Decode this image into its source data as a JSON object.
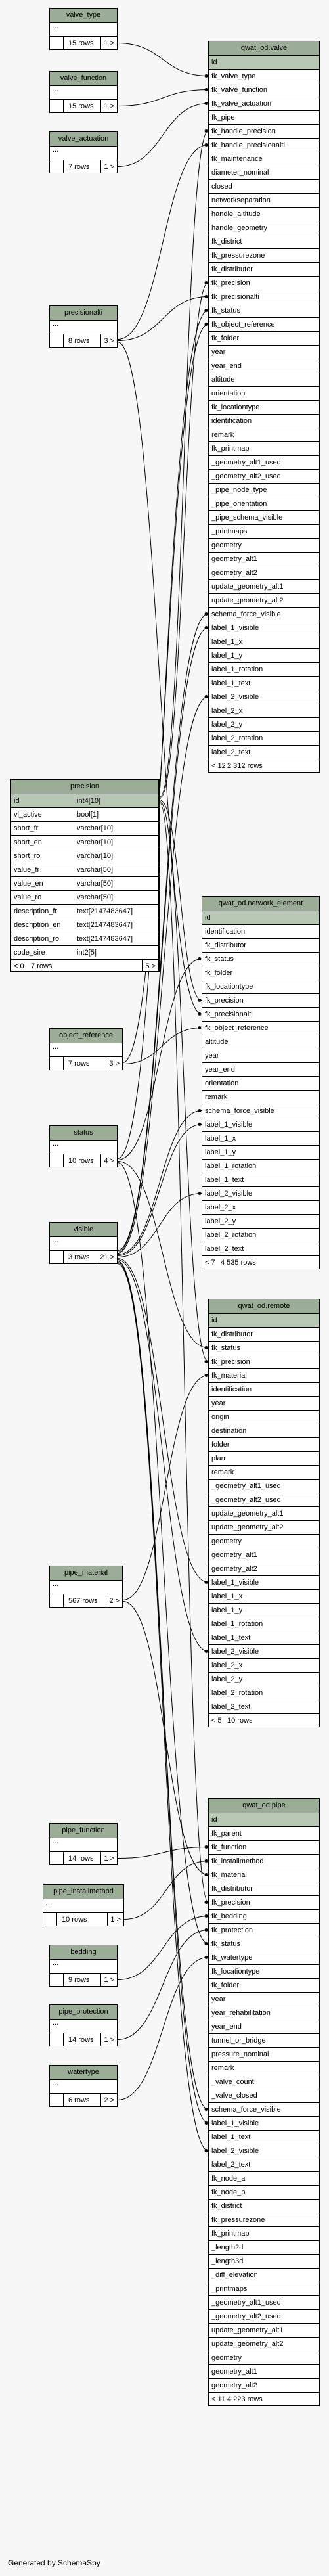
{
  "footer_text": "Generated by SchemaSpy",
  "tables": [
    {
      "id": "valve_type",
      "title": "valve_type",
      "cols": [],
      "foot": {
        "rows": "15 rows",
        "kids": "1 >"
      }
    },
    {
      "id": "valve_function",
      "title": "valve_function",
      "cols": [],
      "foot": {
        "rows": "15 rows",
        "kids": "1 >"
      }
    },
    {
      "id": "valve_actuation",
      "title": "valve_actuation",
      "cols": [],
      "foot": {
        "rows": "7 rows",
        "kids": "1 >"
      }
    },
    {
      "id": "precisionalti",
      "title": "precisionalti",
      "cols": [],
      "foot": {
        "rows": "8 rows",
        "kids": "3 >"
      }
    },
    {
      "id": "precision",
      "title": "precision",
      "main": true,
      "cols": [
        {
          "n": "id",
          "t": "int4[10]",
          "pk": true
        },
        {
          "n": "vl_active",
          "t": "bool[1]"
        },
        {
          "n": "short_fr",
          "t": "varchar[10]"
        },
        {
          "n": "short_en",
          "t": "varchar[10]"
        },
        {
          "n": "short_ro",
          "t": "varchar[10]"
        },
        {
          "n": "value_fr",
          "t": "varchar[50]"
        },
        {
          "n": "value_en",
          "t": "varchar[50]"
        },
        {
          "n": "value_ro",
          "t": "varchar[50]"
        },
        {
          "n": "description_fr",
          "t": "text[2147483647]"
        },
        {
          "n": "description_en",
          "t": "text[2147483647]"
        },
        {
          "n": "description_ro",
          "t": "text[2147483647]"
        },
        {
          "n": "code_sire",
          "t": "int2[5]"
        }
      ],
      "foot": {
        "parents": "< 0",
        "rows": "7 rows",
        "kids": "5 >"
      }
    },
    {
      "id": "object_reference",
      "title": "object_reference",
      "cols": [],
      "foot": {
        "rows": "7 rows",
        "kids": "3 >"
      }
    },
    {
      "id": "status",
      "title": "status",
      "cols": [],
      "foot": {
        "rows": "10 rows",
        "kids": "4 >"
      }
    },
    {
      "id": "visible",
      "title": "visible",
      "cols": [],
      "foot": {
        "rows": "3 rows",
        "kids": "21 >"
      }
    },
    {
      "id": "pipe_material",
      "title": "pipe_material",
      "cols": [],
      "foot": {
        "rows": "567 rows",
        "kids": "2 >"
      }
    },
    {
      "id": "pipe_function",
      "title": "pipe_function",
      "cols": [],
      "foot": {
        "rows": "14 rows",
        "kids": "1 >"
      }
    },
    {
      "id": "pipe_installmethod",
      "title": "pipe_installmethod",
      "cols": [],
      "foot": {
        "rows": "10 rows",
        "kids": "1 >"
      }
    },
    {
      "id": "bedding",
      "title": "bedding",
      "cols": [],
      "foot": {
        "rows": "9 rows",
        "kids": "1 >"
      }
    },
    {
      "id": "pipe_protection",
      "title": "pipe_protection",
      "cols": [],
      "foot": {
        "rows": "14 rows",
        "kids": "1 >"
      }
    },
    {
      "id": "watertype",
      "title": "watertype",
      "cols": [],
      "foot": {
        "rows": "6 rows",
        "kids": "2 >"
      }
    },
    {
      "id": "qwat_od_valve",
      "title": "qwat_od.valve",
      "cols": [
        {
          "n": "id",
          "pk": true
        },
        {
          "n": "fk_valve_type"
        },
        {
          "n": "fk_valve_function"
        },
        {
          "n": "fk_valve_actuation"
        },
        {
          "n": "fk_pipe"
        },
        {
          "n": "fk_handle_precision"
        },
        {
          "n": "fk_handle_precisionalti"
        },
        {
          "n": "fk_maintenance"
        },
        {
          "n": "diameter_nominal"
        },
        {
          "n": "closed"
        },
        {
          "n": "networkseparation"
        },
        {
          "n": "handle_altitude"
        },
        {
          "n": "handle_geometry"
        },
        {
          "n": "fk_district"
        },
        {
          "n": "fk_pressurezone"
        },
        {
          "n": "fk_distributor"
        },
        {
          "n": "fk_precision"
        },
        {
          "n": "fk_precisionalti"
        },
        {
          "n": "fk_status"
        },
        {
          "n": "fk_object_reference"
        },
        {
          "n": "fk_folder"
        },
        {
          "n": "year"
        },
        {
          "n": "year_end"
        },
        {
          "n": "altitude"
        },
        {
          "n": "orientation"
        },
        {
          "n": "fk_locationtype"
        },
        {
          "n": "identification"
        },
        {
          "n": "remark"
        },
        {
          "n": "fk_printmap"
        },
        {
          "n": "_geometry_alt1_used"
        },
        {
          "n": "_geometry_alt2_used"
        },
        {
          "n": "_pipe_node_type"
        },
        {
          "n": "_pipe_orientation"
        },
        {
          "n": "_pipe_schema_visible"
        },
        {
          "n": "_printmaps"
        },
        {
          "n": "geometry"
        },
        {
          "n": "geometry_alt1"
        },
        {
          "n": "geometry_alt2"
        },
        {
          "n": "update_geometry_alt1"
        },
        {
          "n": "update_geometry_alt2"
        },
        {
          "n": "schema_force_visible"
        },
        {
          "n": "label_1_visible"
        },
        {
          "n": "label_1_x"
        },
        {
          "n": "label_1_y"
        },
        {
          "n": "label_1_rotation"
        },
        {
          "n": "label_1_text"
        },
        {
          "n": "label_2_visible"
        },
        {
          "n": "label_2_x"
        },
        {
          "n": "label_2_y"
        },
        {
          "n": "label_2_rotation"
        },
        {
          "n": "label_2_text"
        }
      ],
      "foot": {
        "parents": "< 12",
        "rows": "2 312 rows",
        "kids": ""
      }
    },
    {
      "id": "qwat_od_network_element",
      "title": "qwat_od.network_element",
      "cols": [
        {
          "n": "id",
          "pk": true
        },
        {
          "n": "identification"
        },
        {
          "n": "fk_distributor"
        },
        {
          "n": "fk_status"
        },
        {
          "n": "fk_folder"
        },
        {
          "n": "fk_locationtype"
        },
        {
          "n": "fk_precision"
        },
        {
          "n": "fk_precisionalti"
        },
        {
          "n": "fk_object_reference"
        },
        {
          "n": "altitude"
        },
        {
          "n": "year"
        },
        {
          "n": "year_end"
        },
        {
          "n": "orientation"
        },
        {
          "n": "remark"
        },
        {
          "n": "schema_force_visible"
        },
        {
          "n": "label_1_visible"
        },
        {
          "n": "label_1_x"
        },
        {
          "n": "label_1_y"
        },
        {
          "n": "label_1_rotation"
        },
        {
          "n": "label_1_text"
        },
        {
          "n": "label_2_visible"
        },
        {
          "n": "label_2_x"
        },
        {
          "n": "label_2_y"
        },
        {
          "n": "label_2_rotation"
        },
        {
          "n": "label_2_text"
        }
      ],
      "foot": {
        "parents": "< 7",
        "rows": "4 535 rows",
        "kids": ""
      }
    },
    {
      "id": "qwat_od_remote",
      "title": "qwat_od.remote",
      "cols": [
        {
          "n": "id",
          "pk": true
        },
        {
          "n": "fk_distributor"
        },
        {
          "n": "fk_status"
        },
        {
          "n": "fk_precision"
        },
        {
          "n": "fk_material"
        },
        {
          "n": "identification"
        },
        {
          "n": "year"
        },
        {
          "n": "origin"
        },
        {
          "n": "destination"
        },
        {
          "n": "folder"
        },
        {
          "n": "plan"
        },
        {
          "n": "remark"
        },
        {
          "n": "_geometry_alt1_used"
        },
        {
          "n": "_geometry_alt2_used"
        },
        {
          "n": "update_geometry_alt1"
        },
        {
          "n": "update_geometry_alt2"
        },
        {
          "n": "geometry"
        },
        {
          "n": "geometry_alt1"
        },
        {
          "n": "geometry_alt2"
        },
        {
          "n": "label_1_visible"
        },
        {
          "n": "label_1_x"
        },
        {
          "n": "label_1_y"
        },
        {
          "n": "label_1_rotation"
        },
        {
          "n": "label_1_text"
        },
        {
          "n": "label_2_visible"
        },
        {
          "n": "label_2_x"
        },
        {
          "n": "label_2_y"
        },
        {
          "n": "label_2_rotation"
        },
        {
          "n": "label_2_text"
        }
      ],
      "foot": {
        "parents": "< 5",
        "rows": "10 rows",
        "kids": ""
      }
    },
    {
      "id": "qwat_od_pipe",
      "title": "qwat_od.pipe",
      "cols": [
        {
          "n": "id",
          "pk": true
        },
        {
          "n": "fk_parent"
        },
        {
          "n": "fk_function"
        },
        {
          "n": "fk_installmethod"
        },
        {
          "n": "fk_material"
        },
        {
          "n": "fk_distributor"
        },
        {
          "n": "fk_precision"
        },
        {
          "n": "fk_bedding"
        },
        {
          "n": "fk_protection"
        },
        {
          "n": "fk_status"
        },
        {
          "n": "fk_watertype"
        },
        {
          "n": "fk_locationtype"
        },
        {
          "n": "fk_folder"
        },
        {
          "n": "year"
        },
        {
          "n": "year_rehabilitation"
        },
        {
          "n": "year_end"
        },
        {
          "n": "tunnel_or_bridge"
        },
        {
          "n": "pressure_nominal"
        },
        {
          "n": "remark"
        },
        {
          "n": "_valve_count"
        },
        {
          "n": "_valve_closed"
        },
        {
          "n": "schema_force_visible"
        },
        {
          "n": "label_1_visible"
        },
        {
          "n": "label_1_text"
        },
        {
          "n": "label_2_visible"
        },
        {
          "n": "label_2_text"
        },
        {
          "n": "fk_node_a"
        },
        {
          "n": "fk_node_b"
        },
        {
          "n": "fk_district"
        },
        {
          "n": "fk_pressurezone"
        },
        {
          "n": "fk_printmap"
        },
        {
          "n": "_length2d"
        },
        {
          "n": "_length3d"
        },
        {
          "n": "_diff_elevation"
        },
        {
          "n": "_printmaps"
        },
        {
          "n": "_geometry_alt1_used"
        },
        {
          "n": "_geometry_alt2_used"
        },
        {
          "n": "update_geometry_alt1"
        },
        {
          "n": "update_geometry_alt2"
        },
        {
          "n": "geometry"
        },
        {
          "n": "geometry_alt1"
        },
        {
          "n": "geometry_alt2"
        }
      ],
      "foot": {
        "parents": "< 11",
        "rows": "4 223 rows",
        "kids": ""
      }
    }
  ],
  "links": [
    [
      "valve_type",
      "qwat_od_valve",
      "fk_valve_type"
    ],
    [
      "valve_function",
      "qwat_od_valve",
      "fk_valve_function"
    ],
    [
      "valve_actuation",
      "qwat_od_valve",
      "fk_valve_actuation"
    ],
    [
      "precisionalti",
      "qwat_od_valve",
      "fk_handle_precisionalti"
    ],
    [
      "precisionalti",
      "qwat_od_valve",
      "fk_precisionalti"
    ],
    [
      "precisionalti",
      "qwat_od_network_element",
      "fk_precisionalti"
    ],
    [
      "precision",
      "qwat_od_valve",
      "fk_handle_precision"
    ],
    [
      "precision",
      "qwat_od_valve",
      "fk_precision"
    ],
    [
      "precision",
      "qwat_od_network_element",
      "fk_precision"
    ],
    [
      "precision",
      "qwat_od_remote",
      "fk_precision"
    ],
    [
      "precision",
      "qwat_od_pipe",
      "fk_precision"
    ],
    [
      "object_reference",
      "qwat_od_valve",
      "fk_object_reference"
    ],
    [
      "object_reference",
      "qwat_od_network_element",
      "fk_object_reference"
    ],
    [
      "status",
      "qwat_od_valve",
      "fk_status"
    ],
    [
      "status",
      "qwat_od_network_element",
      "fk_status"
    ],
    [
      "status",
      "qwat_od_remote",
      "fk_status"
    ],
    [
      "status",
      "qwat_od_pipe",
      "fk_status"
    ],
    [
      "visible",
      "qwat_od_valve",
      "schema_force_visible"
    ],
    [
      "visible",
      "qwat_od_valve",
      "label_1_visible"
    ],
    [
      "visible",
      "qwat_od_valve",
      "label_2_visible"
    ],
    [
      "visible",
      "qwat_od_network_element",
      "schema_force_visible"
    ],
    [
      "visible",
      "qwat_od_network_element",
      "label_1_visible"
    ],
    [
      "visible",
      "qwat_od_network_element",
      "label_2_visible"
    ],
    [
      "visible",
      "qwat_od_remote",
      "label_1_visible"
    ],
    [
      "visible",
      "qwat_od_remote",
      "label_2_visible"
    ],
    [
      "visible",
      "qwat_od_pipe",
      "schema_force_visible"
    ],
    [
      "visible",
      "qwat_od_pipe",
      "label_1_visible"
    ],
    [
      "visible",
      "qwat_od_pipe",
      "label_2_visible"
    ],
    [
      "pipe_material",
      "qwat_od_remote",
      "fk_material"
    ],
    [
      "pipe_material",
      "qwat_od_pipe",
      "fk_material"
    ],
    [
      "pipe_function",
      "qwat_od_pipe",
      "fk_function"
    ],
    [
      "pipe_installmethod",
      "qwat_od_pipe",
      "fk_installmethod"
    ],
    [
      "bedding",
      "qwat_od_pipe",
      "fk_bedding"
    ],
    [
      "pipe_protection",
      "qwat_od_pipe",
      "fk_protection"
    ],
    [
      "watertype",
      "qwat_od_pipe",
      "fk_watertype"
    ]
  ]
}
